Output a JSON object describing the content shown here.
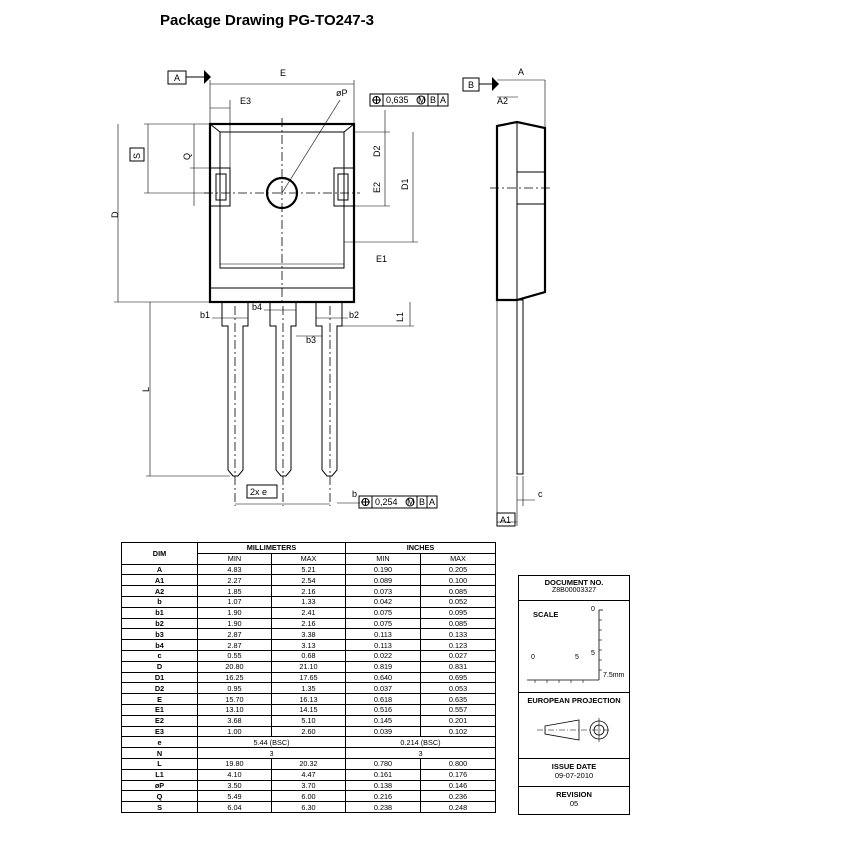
{
  "title": "Package Drawing PG-TO247-3",
  "labels": {
    "A": "A",
    "B": "B",
    "E": "E",
    "E3": "E3",
    "oP": "øP",
    "tol1": "0,635",
    "tol2": "0,254",
    "M": "M",
    "S": "S",
    "Q": "Q",
    "D": "D",
    "D1": "D1",
    "D2": "D2",
    "E1": "E1",
    "E2": "E2",
    "A2": "A2",
    "A1": "A1",
    "b": "b",
    "b1": "b1",
    "b2": "b2",
    "b3": "b3",
    "b4": "b4",
    "L": "L",
    "L1": "L1",
    "c": "c",
    "twoxe": "2x e"
  },
  "table": {
    "dim_header": "DIM",
    "mm_header": "MILLIMETERS",
    "in_header": "INCHES",
    "min": "MIN",
    "max": "MAX",
    "rows": [
      [
        "A",
        "4.83",
        "5.21",
        "0.190",
        "0.205"
      ],
      [
        "A1",
        "2.27",
        "2.54",
        "0.089",
        "0.100"
      ],
      [
        "A2",
        "1.85",
        "2.16",
        "0.073",
        "0.085"
      ],
      [
        "b",
        "1.07",
        "1.33",
        "0.042",
        "0.052"
      ],
      [
        "b1",
        "1.90",
        "2.41",
        "0.075",
        "0.095"
      ],
      [
        "b2",
        "1.90",
        "2.16",
        "0.075",
        "0.085"
      ],
      [
        "b3",
        "2.87",
        "3.38",
        "0.113",
        "0.133"
      ],
      [
        "b4",
        "2.87",
        "3.13",
        "0.113",
        "0.123"
      ],
      [
        "c",
        "0.55",
        "0.68",
        "0.022",
        "0.027"
      ],
      [
        "D",
        "20.80",
        "21.10",
        "0.819",
        "0.831"
      ],
      [
        "D1",
        "16.25",
        "17.65",
        "0.640",
        "0.695"
      ],
      [
        "D2",
        "0.95",
        "1.35",
        "0.037",
        "0.053"
      ],
      [
        "E",
        "15.70",
        "16.13",
        "0.618",
        "0.635"
      ],
      [
        "E1",
        "13.10",
        "14.15",
        "0.516",
        "0.557"
      ],
      [
        "E2",
        "3.68",
        "5.10",
        "0.145",
        "0.201"
      ],
      [
        "E3",
        "1.00",
        "2.60",
        "0.039",
        "0.102"
      ]
    ],
    "span_rows": [
      [
        "e",
        "5.44 (BSC)",
        "0.214 (BSC)"
      ],
      [
        "N",
        "3",
        "3"
      ]
    ],
    "rows2": [
      [
        "L",
        "19.80",
        "20.32",
        "0.780",
        "0.800"
      ],
      [
        "L1",
        "4.10",
        "4.47",
        "0.161",
        "0.176"
      ],
      [
        "øP",
        "3.50",
        "3.70",
        "0.138",
        "0.146"
      ],
      [
        "Q",
        "5.49",
        "6.00",
        "0.216",
        "0.236"
      ],
      [
        "S",
        "6.04",
        "6.30",
        "0.238",
        "0.248"
      ]
    ]
  },
  "info": {
    "doc_title": "DOCUMENT NO.",
    "doc_no": "Z8B00003327",
    "scale_title": "SCALE",
    "scale_0": "0",
    "scale_5": "5",
    "scale_0b": "0",
    "scale_5b": "5",
    "scale_mm": "7.5mm",
    "proj_title": "EUROPEAN PROJECTION",
    "issue_title": "ISSUE DATE",
    "issue_date": "09-07-2010",
    "rev_title": "REVISION",
    "rev": "05"
  }
}
